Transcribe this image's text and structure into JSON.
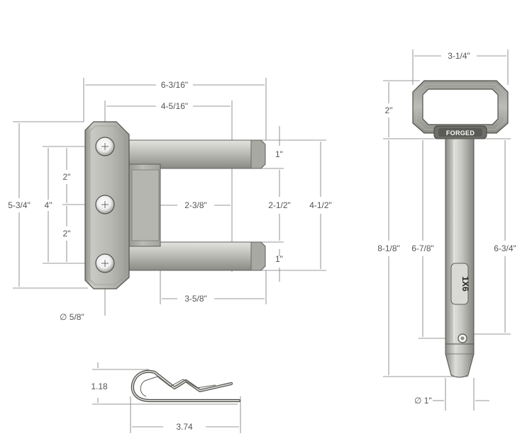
{
  "views": {
    "clevis": {
      "dimensions": {
        "overall_width": "6-3/16\"",
        "tongue_length": "4-5/16\"",
        "overall_height": "5-3/4\"",
        "hole_span": "4\"",
        "hole_spacing_upper": "2\"",
        "hole_spacing_lower": "2\"",
        "inner_opening": "2-3/8\"",
        "leg_thickness_upper": "1\"",
        "gap_between_legs": "2-1/2\"",
        "leg_thickness_lower": "1\"",
        "outer_height": "4-1/2\"",
        "leg_length": "3-5/8\"",
        "hole_diameter": "∅ 5/8\""
      }
    },
    "hitch_pin": {
      "stamp_handle": "FORGED",
      "stamp_shaft": "1X6",
      "dimensions": {
        "handle_width": "3-1/4\"",
        "handle_height": "2\"",
        "overall_length": "8-1/8\"",
        "usable_length": "6-7/8\"",
        "shaft_length": "6-3/4\"",
        "diameter": "∅ 1\""
      }
    },
    "hairpin_clip": {
      "dimensions": {
        "height": "1.18",
        "length": "3.74"
      }
    }
  },
  "colors": {
    "line": "#777777",
    "text": "#555555",
    "metal_light": "#d4d4d0",
    "metal_dark": "#7d7d78"
  }
}
